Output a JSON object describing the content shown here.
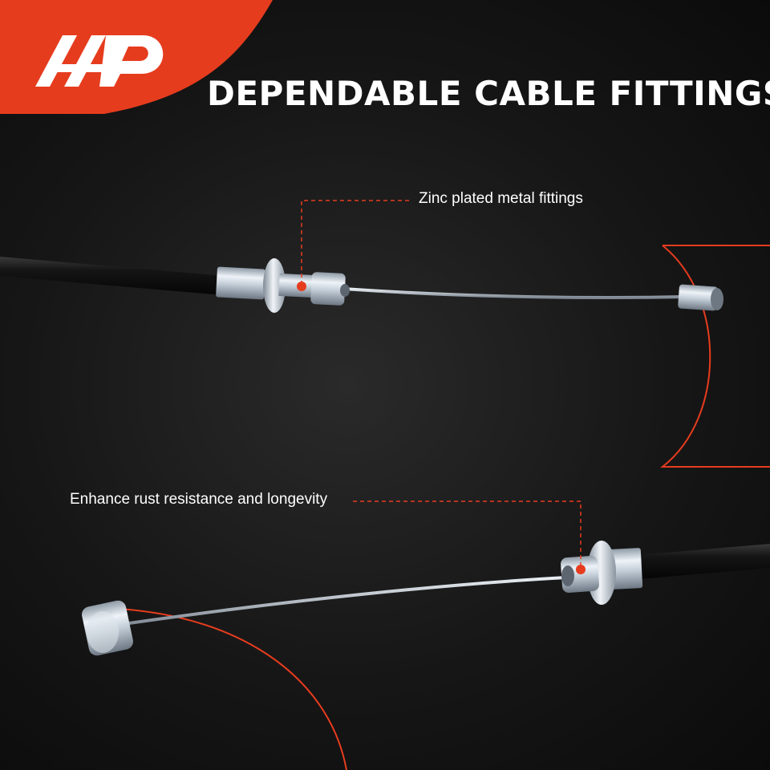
{
  "brand": {
    "logo_name": "a-premium-logo",
    "accent_color": "#e63c1e",
    "background_color": "#141414"
  },
  "headline": "DEPENDABLE CABLE FITTINGS",
  "callouts": {
    "top": "Zinc plated metal fittings",
    "bottom": "Enhance rust resistance and longevity"
  }
}
